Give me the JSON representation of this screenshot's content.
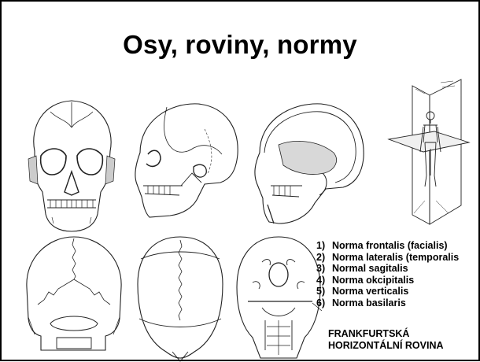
{
  "slide": {
    "title": "Osy, roviny, normy"
  },
  "figures": [
    {
      "name": "skull-frontal-view-figure",
      "icon": "skull-front-icon"
    },
    {
      "name": "skull-lateral-view-figure",
      "icon": "skull-side-icon"
    },
    {
      "name": "skull-sagittal-section-figure",
      "icon": "skull-section-icon"
    },
    {
      "name": "body-planes-figure",
      "icon": "body-planes-icon"
    },
    {
      "name": "skull-occipital-view-figure",
      "icon": "skull-back-icon"
    },
    {
      "name": "skull-vertical-view-figure",
      "icon": "skull-top-icon"
    },
    {
      "name": "skull-basal-view-figure",
      "icon": "skull-base-icon"
    }
  ],
  "legend": {
    "items": [
      {
        "num": "1)",
        "label": "Norma frontalis (facialis)"
      },
      {
        "num": "2)",
        "label": "Norma lateralis (temporalis"
      },
      {
        "num": "3)",
        "label": "Normal sagitalis"
      },
      {
        "num": "4)",
        "label": "Norma okcipitalis"
      },
      {
        "num": "5)",
        "label": "Norma verticalis"
      },
      {
        "num": "6)",
        "label": "Norma basilaris"
      }
    ]
  },
  "caption": {
    "line1": "FRANKFURTSKÁ",
    "line2": "HORIZONTÁLNÍ ROVINA"
  }
}
